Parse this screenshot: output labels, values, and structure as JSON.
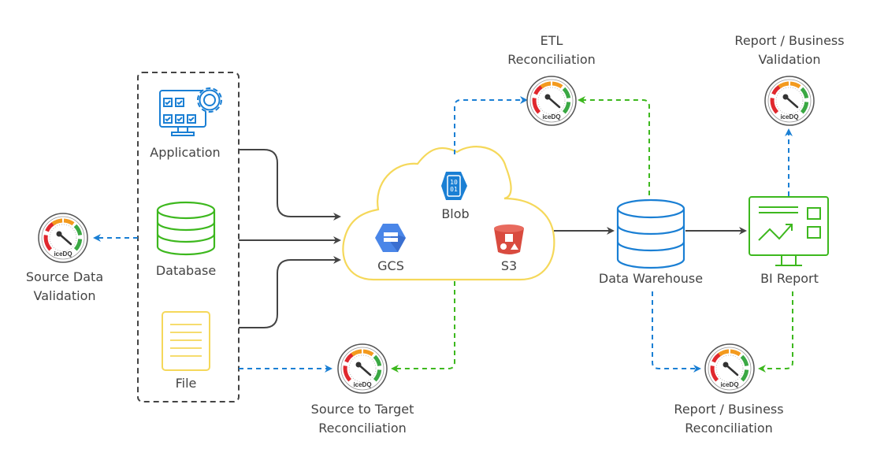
{
  "colors": {
    "blue": "#1a7fd4",
    "green": "#3db81e",
    "yellow": "#f5d85a",
    "arrow": "#444444",
    "text": "#444444",
    "gauge_red": "#e0282e",
    "gauge_orange": "#f39a1e",
    "gauge_green": "#3aa843"
  },
  "sources": {
    "application": "Application",
    "database": "Database",
    "file": "File"
  },
  "cloud": {
    "blob": "Blob",
    "blob_bits": [
      "10",
      "01"
    ],
    "gcs": "GCS",
    "s3": "S3"
  },
  "warehouse": "Data Warehouse",
  "bi_report": "BI Report",
  "gauge_brand": "iceDQ",
  "checks": {
    "source_validation": [
      "Source Data",
      "Validation"
    ],
    "source_target": [
      "Source to Target",
      "Reconciliation"
    ],
    "etl": [
      "ETL",
      "Reconciliation"
    ],
    "report_validation": [
      "Report / Business",
      "Validation"
    ],
    "report_reconciliation": [
      "Report / Business",
      "Reconciliation"
    ]
  }
}
